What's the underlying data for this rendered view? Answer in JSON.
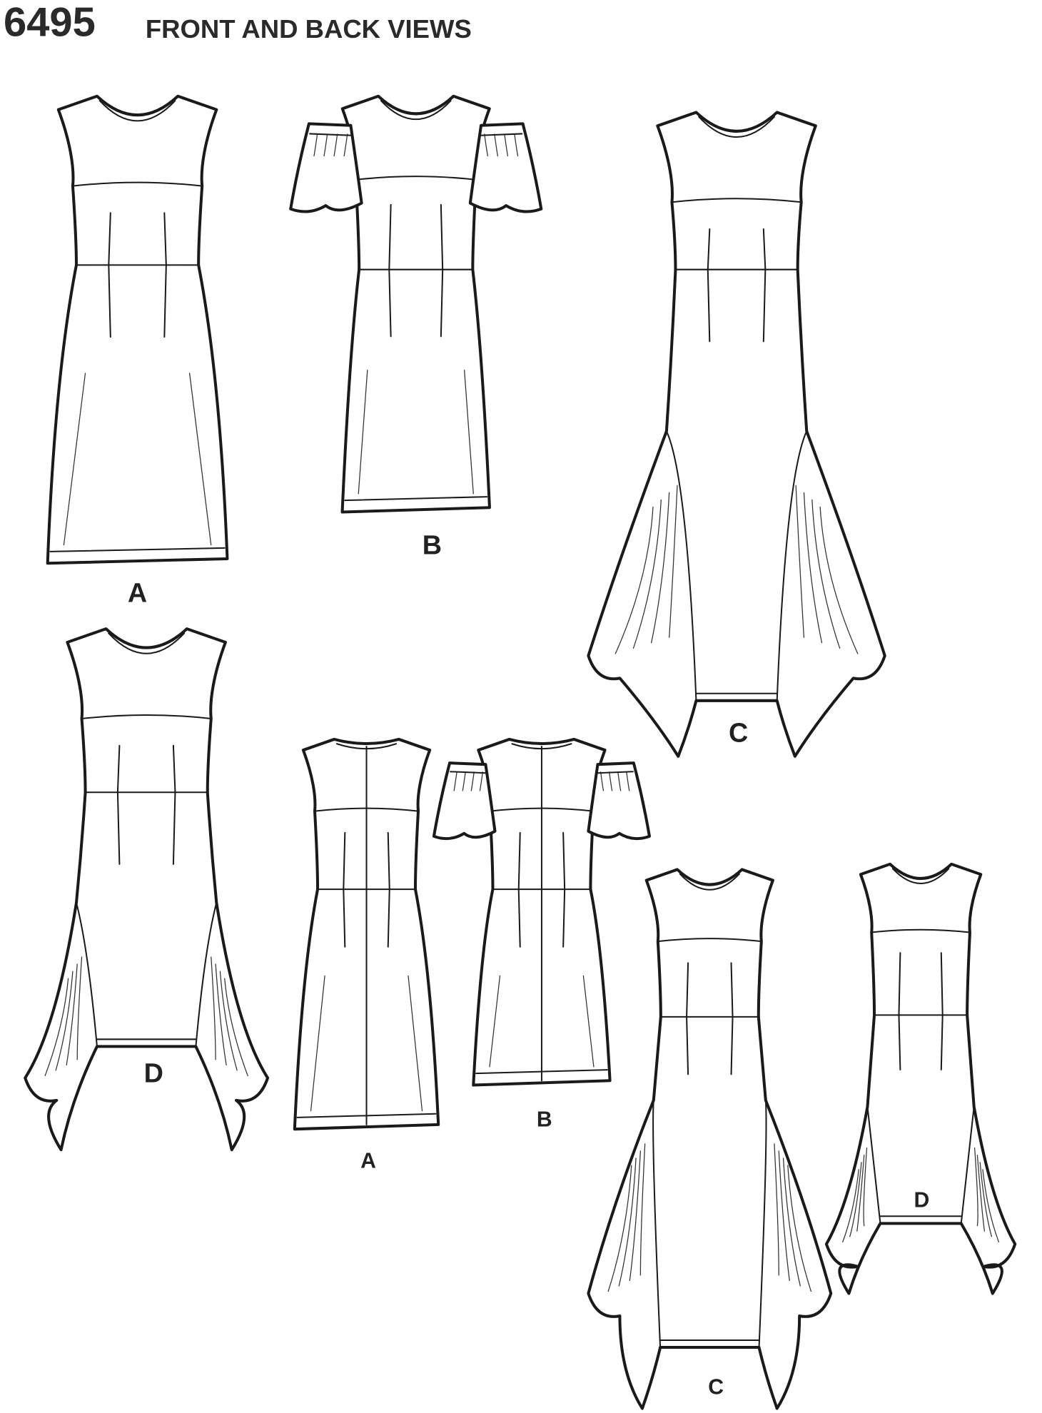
{
  "header": {
    "pattern_number": "6495",
    "title": "FRONT AND BACK VIEWS"
  },
  "front_views": [
    {
      "label": "A"
    },
    {
      "label": "B"
    },
    {
      "label": "C"
    },
    {
      "label": "D"
    }
  ],
  "back_views": [
    {
      "label": "A"
    },
    {
      "label": "B"
    },
    {
      "label": "C"
    },
    {
      "label": "D"
    }
  ],
  "colors": {
    "line": "#1a1a1a",
    "background": "#ffffff"
  }
}
